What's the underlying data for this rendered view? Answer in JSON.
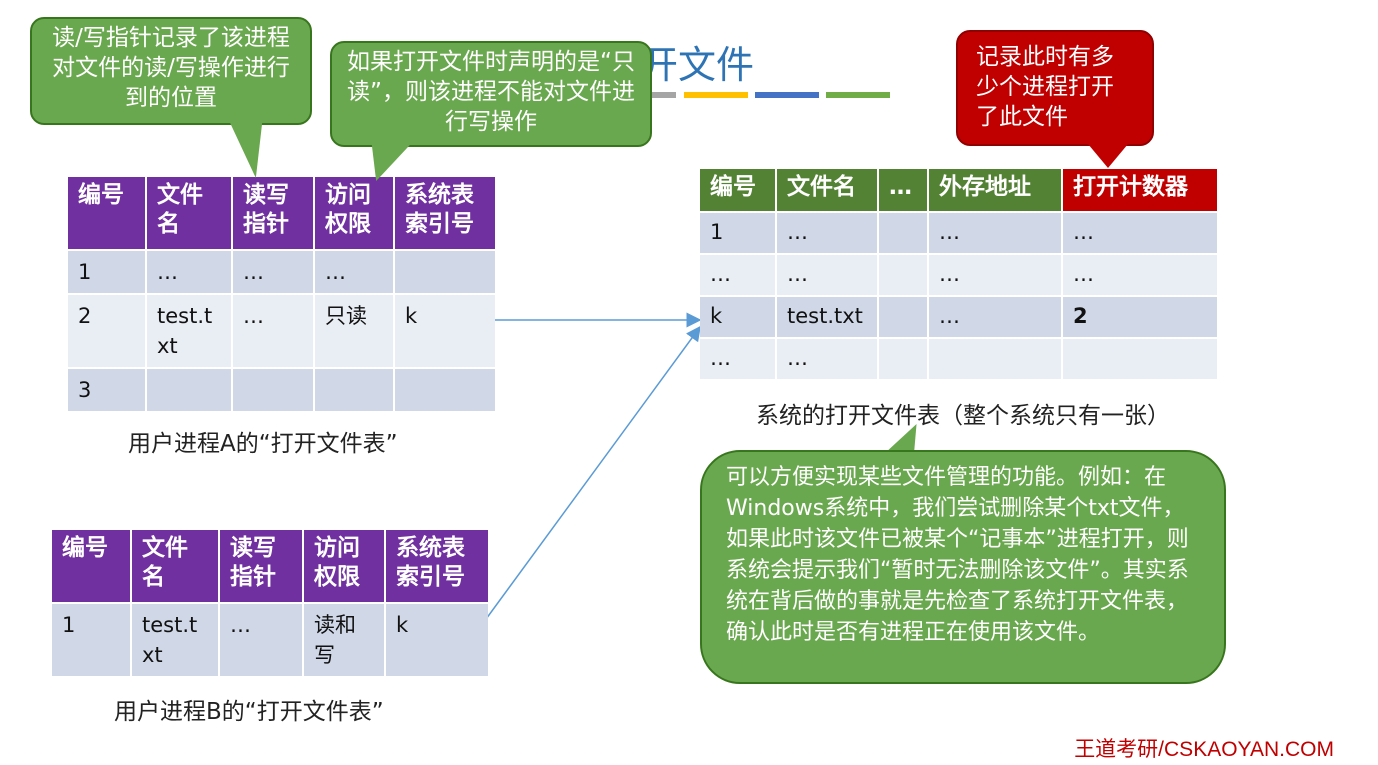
{
  "title": "开文件",
  "callouts": {
    "pointer": "读/写指针记录了该进程对文件的读/写操作进行到的位置",
    "readonly": "如果打开文件时声明的是“只读”，则该进程不能对文件进行写操作",
    "counter": "记录此时有多少个进程打开了此文件",
    "windows": "可以方便实现某些文件管理的功能。例如：在Windows系统中，我们尝试删除某个txt文件，如果此时该文件已被某个“记事本”进程打开，则系统会提示我们“暂时无法删除该文件”。其实系统在背后做的事就是先检查了系统打开文件表，确认此时是否有进程正在使用该文件。"
  },
  "tableA": {
    "headers": [
      "编号",
      "文件名",
      "读写指针",
      "访问权限",
      "系统表索引号"
    ],
    "rows": [
      [
        "1",
        "…",
        "…",
        "…",
        ""
      ],
      [
        "2",
        "test.txt",
        "…",
        "只读",
        "k"
      ],
      [
        "3",
        "",
        "",
        "",
        ""
      ]
    ],
    "caption": "用户进程A的“打开文件表”"
  },
  "tableB": {
    "headers": [
      "编号",
      "文件名",
      "读写指针",
      "访问权限",
      "系统表索引号"
    ],
    "rows": [
      [
        "1",
        "test.txt",
        "…",
        "读和写",
        "k"
      ]
    ],
    "caption": "用户进程B的“打开文件表”"
  },
  "systemTable": {
    "headers": [
      "编号",
      "文件名",
      "…",
      "外存地址",
      "打开计数器"
    ],
    "rows": [
      [
        "1",
        "…",
        "",
        "…",
        "…"
      ],
      [
        "…",
        "…",
        "",
        "…",
        "…"
      ],
      [
        "k",
        "test.txt",
        "",
        "…",
        "2"
      ],
      [
        "…",
        "…",
        "",
        "",
        ""
      ]
    ],
    "caption": "系统的打开文件表（整个系统只有一张）"
  },
  "footer": "王道考研/CSKAOYAN.COM",
  "colors": {
    "purple_header": "#7030a0",
    "green_header": "#548235",
    "red_header": "#c00000",
    "callout_green": "#6aa84f",
    "title_blue": "#2e74b5"
  }
}
